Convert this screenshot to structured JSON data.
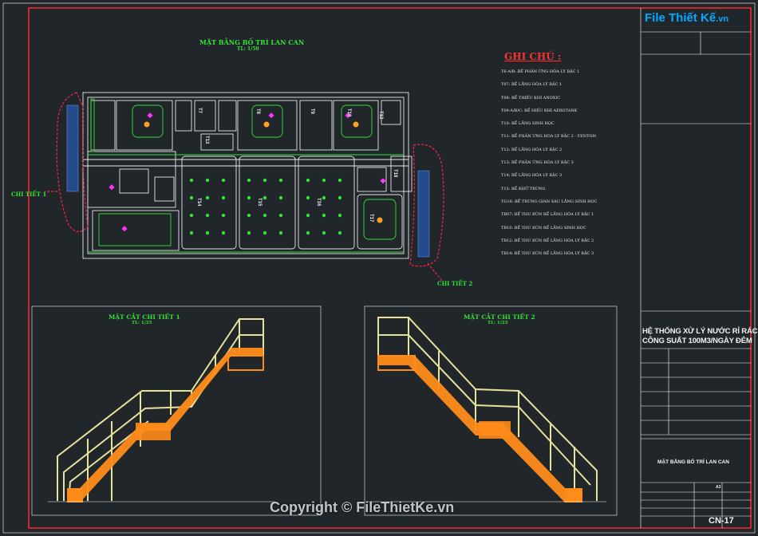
{
  "logo": {
    "text": "File Thiết Kế",
    "suffix": ".vn",
    "color": "#00aaff"
  },
  "plan": {
    "title": "MẶT BẰNG BỐ TRÍ LAN CAN",
    "scale": "TL: 1/50",
    "callout_left": "CHI TIẾT 1",
    "callout_right": "CHI TIẾT 2",
    "tank_labels": [
      "T7",
      "T8",
      "T9",
      "T10",
      "T12",
      "T13",
      "T14",
      "T15",
      "T16",
      "T17",
      "T18"
    ]
  },
  "notes": {
    "heading": "GHI CHÚ :",
    "items": [
      "T6-A/B: BỂ PHẢN ỨNG HÓA LÝ BẬC 1",
      "T07: BỂ LẮNG HÓA LÝ BẬC 1",
      "T08: BỂ THIẾU KHÍ ANOXIC",
      "T09-A/B/C: BỂ HIẾU KHÍ AEROTANK",
      "T10: BỂ LẮNG SINH HỌC",
      "T11: BỂ PHẢN ỨNG HÓA LÝ BẬC 2 - FENTON",
      "T12: BỂ LẮNG HÓA LÝ BẬC 2",
      "T13: BỂ PHẢN ỨNG HÓA LÝ BẬC 3",
      "T14: BỂ LẮNG HÓA LÝ BẬC 3",
      "T15: BỂ KHỬ TRÙNG",
      "TG16: BỂ TRUNG GIAN SAU LẮNG SINH HỌC",
      "TB07: BỂ THU BÙN BỂ LẮNG HÓA LÝ BẬC 1",
      "TB10: BỂ THU BÙN BỂ LẮNG SINH HỌC",
      "TB12: BỂ THU BÙN BỂ LẮNG HÓA LÝ BẬC 2",
      "TB14: BỂ THU BÙN BỂ LẮNG HÓA LÝ BẬC 3"
    ]
  },
  "section1": {
    "title": "MẶT CẮT CHI TIẾT 1",
    "scale": "TL: 1/25"
  },
  "section2": {
    "title": "MẶT CẮT CHI TIẾT 2",
    "scale": "TL: 1/25"
  },
  "titleblock": {
    "project_line1": "HỆ THỐNG XỬ LÝ NƯỚC RỈ RÁC",
    "project_line2": "CÔNG SUẤT 100M3/NGÀY ĐÊM",
    "drawing_name": "MẶT BẰNG BỐ TRÍ LAN CAN",
    "sheet_no": "CN-17",
    "size": "A3"
  },
  "watermark": "Copyright © FileThietKe.vn",
  "colors": {
    "background": "#21262b",
    "frame": "#ff2a2a",
    "plan_lines": "#e6e6e6",
    "rail": "#e6e29a",
    "stair": "#ff8c1a",
    "label": "#34e034",
    "callout": "#ff2244"
  }
}
